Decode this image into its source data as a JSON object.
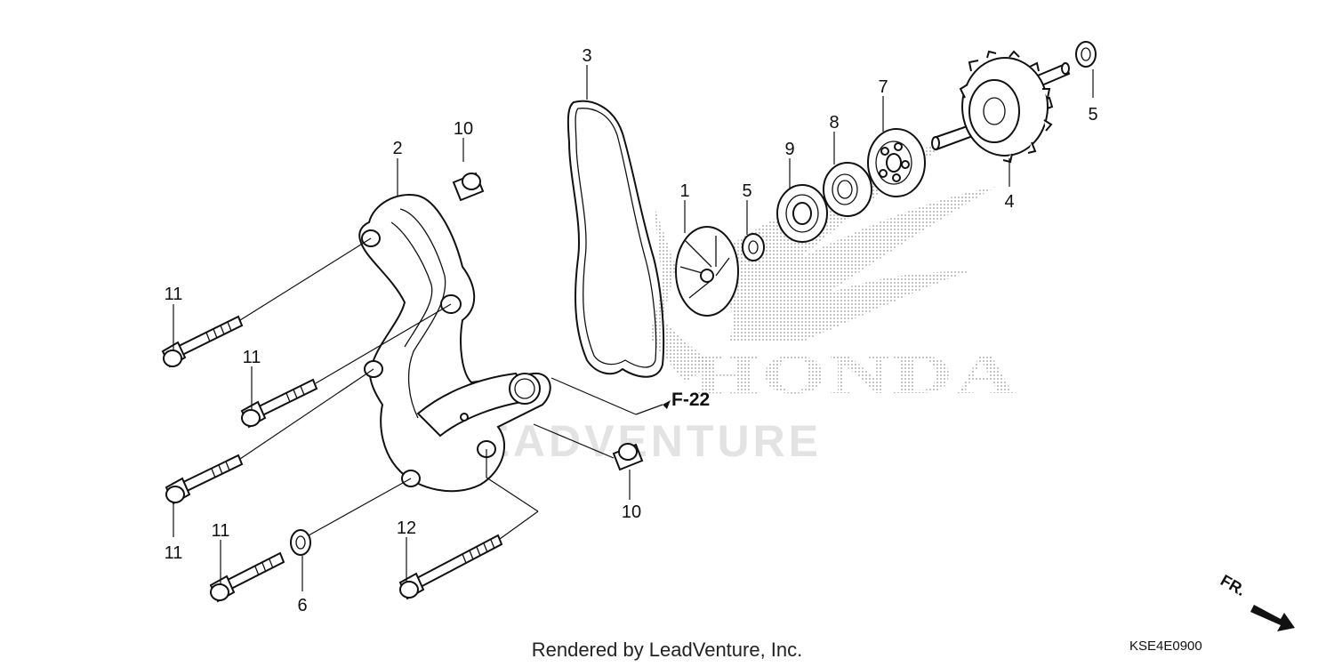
{
  "callouts": {
    "c1": "1",
    "c2": "2",
    "c3": "3",
    "c4": "4",
    "c5a": "5",
    "c5b": "5",
    "c6": "6",
    "c7": "7",
    "c8": "8",
    "c9": "9",
    "c10a": "10",
    "c10b": "10",
    "c11a": "11",
    "c11b": "11",
    "c11c": "11",
    "c11d": "11",
    "c12": "12"
  },
  "reference": "F-22",
  "watermarks": {
    "leadventure": "LEADVENTURE"
  },
  "direction_label": "FR.",
  "footer": {
    "credit": "Rendered by LeadVenture, Inc.",
    "diagram_code": "KSE4E0900"
  }
}
